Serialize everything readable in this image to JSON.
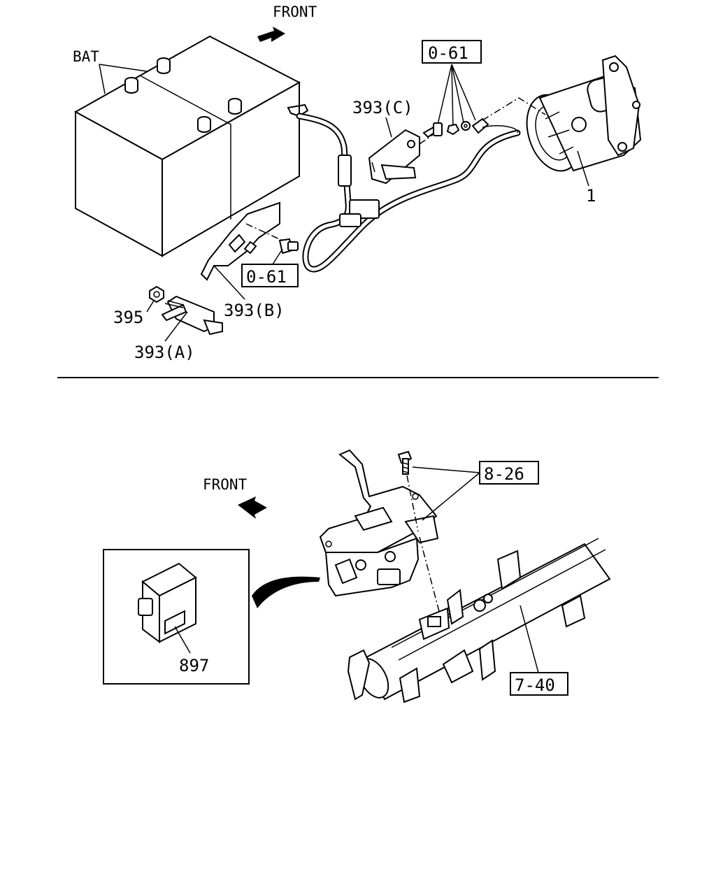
{
  "top": {
    "front_label": "FRONT",
    "bat_label": "BAT",
    "ref_0_61_a": "0-61",
    "ref_0_61_b": "0-61",
    "part_1": "1",
    "part_393c": "393(C)",
    "part_393b": "393(B)",
    "part_393a": "393(A)",
    "part_395": "395"
  },
  "bottom": {
    "front_label": "FRONT",
    "ref_8_26": "8-26",
    "ref_7_40": "7-40",
    "part_897": "897"
  }
}
